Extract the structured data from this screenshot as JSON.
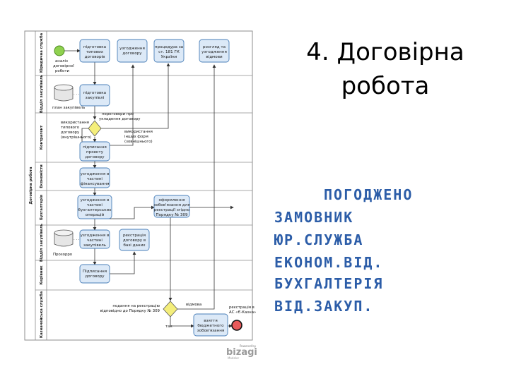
{
  "slide": {
    "title_line1": "4. Договірна",
    "title_line2": "робота"
  },
  "diagram": {
    "pool": "Договірна робота",
    "lanes": [
      "Юридична служба",
      "Відділ закупівель",
      "Контрагент",
      "Економісти",
      "Бухгалтерія",
      "Відділ закупівель",
      "Керівник",
      "Казначейська служба"
    ],
    "tasks": {
      "prep_typical": [
        "підготовка",
        "типових",
        "договорів"
      ],
      "agreement_contract": [
        "узгодження",
        "договору"
      ],
      "procedures_181": [
        "процедура за",
        "ст. 181 ГК",
        "України"
      ],
      "review_agreement": [
        "розгляд та",
        "узгодження",
        "відмови"
      ],
      "prep_purchases": [
        "підготовка",
        "закупівлі"
      ],
      "signing_project": [
        "підписання",
        "проекту",
        "договору"
      ],
      "agree_finance": [
        "узгодження в",
        "частині",
        "фінансування"
      ],
      "agree_accounting": [
        "узгодження в",
        "частині",
        "бухгалтерських",
        "операцій"
      ],
      "registration_doc": [
        "оформлення",
        "зобов'язання для",
        "реєстрації згідно",
        "Порядку № 309"
      ],
      "agree_purchases": [
        "узгодження в",
        "частині",
        "закупівель"
      ],
      "register_db": [
        "реєстрація",
        "договору в",
        "базі даних"
      ],
      "signing_contract": [
        "Підписання",
        "договору"
      ],
      "accept_budget": [
        "взяття",
        "бюджетного",
        "зобов'язання"
      ]
    },
    "notes": {
      "analysis": [
        "аналіз",
        "договірної",
        "роботи"
      ],
      "plan": "план закупівель",
      "negotiations": [
        "переговори про",
        "укладення договору"
      ],
      "use_typical": [
        "використання",
        "типового",
        "договору",
        "(внутрішнього)"
      ],
      "use_other": [
        "використання",
        "інших форм",
        "(зовнішнього)"
      ],
      "prozorro": "Прозорро",
      "submission": [
        "подання на реєстрацію",
        "відповідно до Порядку № 309"
      ],
      "refusal": "відмова",
      "yes": "так",
      "registration_as": [
        "реєстрація в",
        "АС «Є-Казна»"
      ]
    },
    "data_store_ellipsis": ". . ."
  },
  "stamp": {
    "heading": "ПОГОДЖЕНО",
    "lines": [
      "ЗАМОВНИК",
      "ЮР.СЛУЖБА",
      "ЕКОНОМ.ВІД.",
      "БУХГАЛТЕРІЯ",
      "ВІД.ЗАКУП."
    ]
  },
  "logo": {
    "powered": "Powered by",
    "name": "bizagi",
    "sub": "Modeler"
  },
  "colors": {
    "task_fill": "#dce9f7",
    "task_stroke": "#4a7fb8",
    "lane_stroke": "#8c8c8c",
    "start": "#8fd14f",
    "end": "#e85a5a",
    "gateway": "#f4ee7b",
    "stamp": "#2c5da8"
  }
}
